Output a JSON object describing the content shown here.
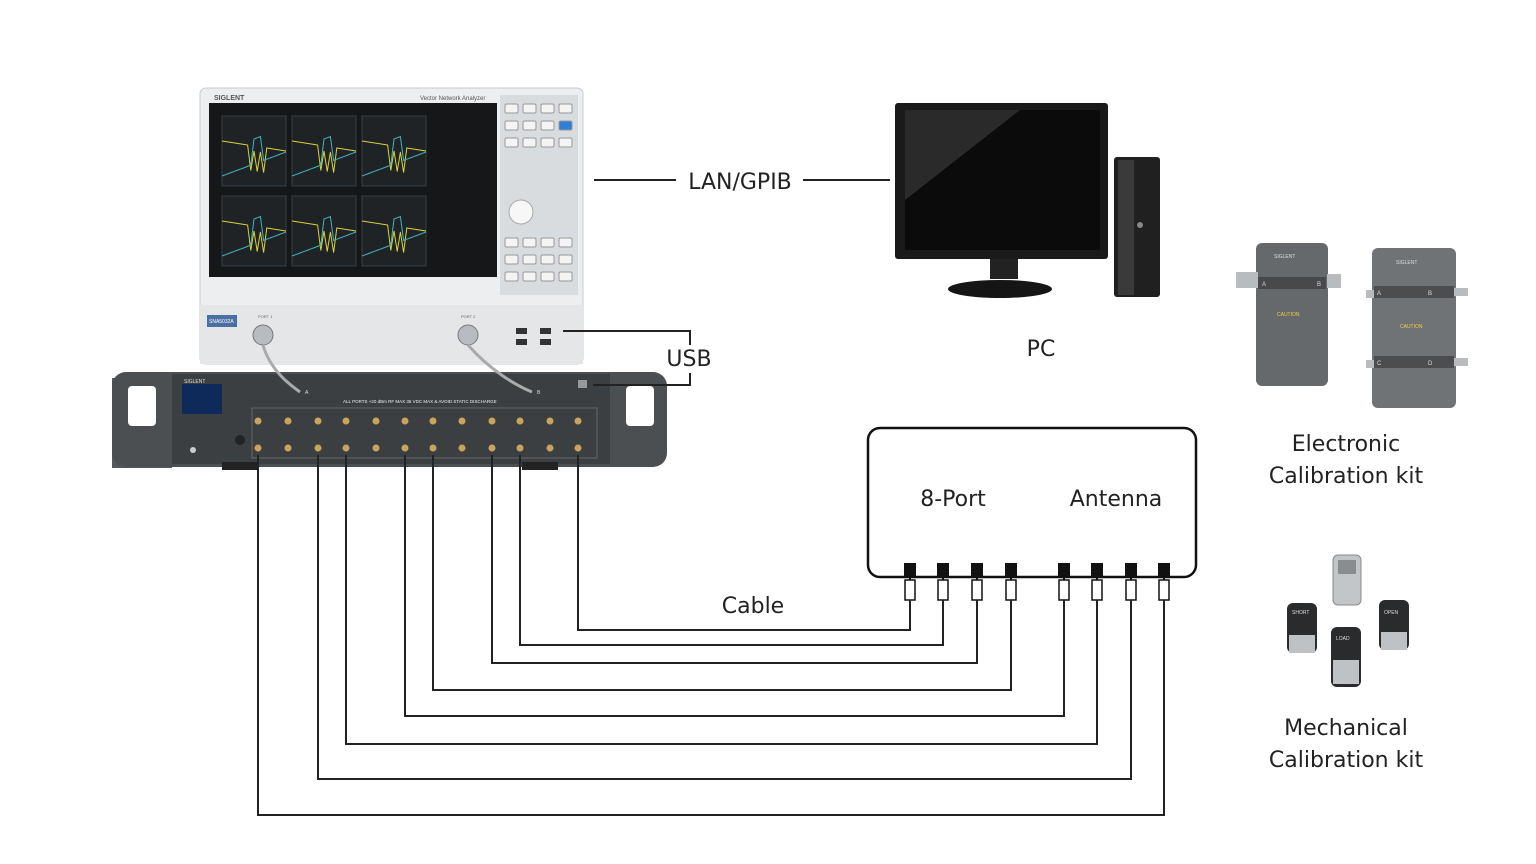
{
  "labels": {
    "lan_gpib": "LAN/GPIB",
    "usb": "USB",
    "pc": "PC",
    "port8": "8-Port",
    "antenna": "Antenna",
    "cable": "Cable",
    "ecal_line1": "Electronic",
    "ecal_line2": "Calibration kit",
    "mcal_line1": "Mechanical",
    "mcal_line2": "Calibration kit"
  },
  "vna": {
    "brand": "SIGLENT",
    "title": "Vector Network Analyzer",
    "model": "SNA5032A",
    "port1": "PORT 1",
    "port2": "PORT 2"
  },
  "switch": {
    "brand": "SIGLENT",
    "warning": "ALL PORTS +20 dBm RF MAX 35 VDC MAX  &  AVOID STATIC DISCHARGE",
    "port_a": "A",
    "port_b": "B"
  },
  "ecal": {
    "brand": "SIGLENT",
    "caution": "CAUTION",
    "ports_2": [
      "A",
      "B"
    ],
    "ports_4": [
      "A",
      "B",
      "C",
      "D"
    ]
  },
  "mcal": {
    "short": "SHORT",
    "open": "OPEN",
    "load": "LOAD"
  },
  "colors": {
    "screen": "#1c1f22",
    "trace_yellow": "#d8d23a",
    "trace_cyan": "#3fb6c4",
    "panel_blue": "#2f7fd6",
    "device_gray": "#5a5d5f"
  }
}
